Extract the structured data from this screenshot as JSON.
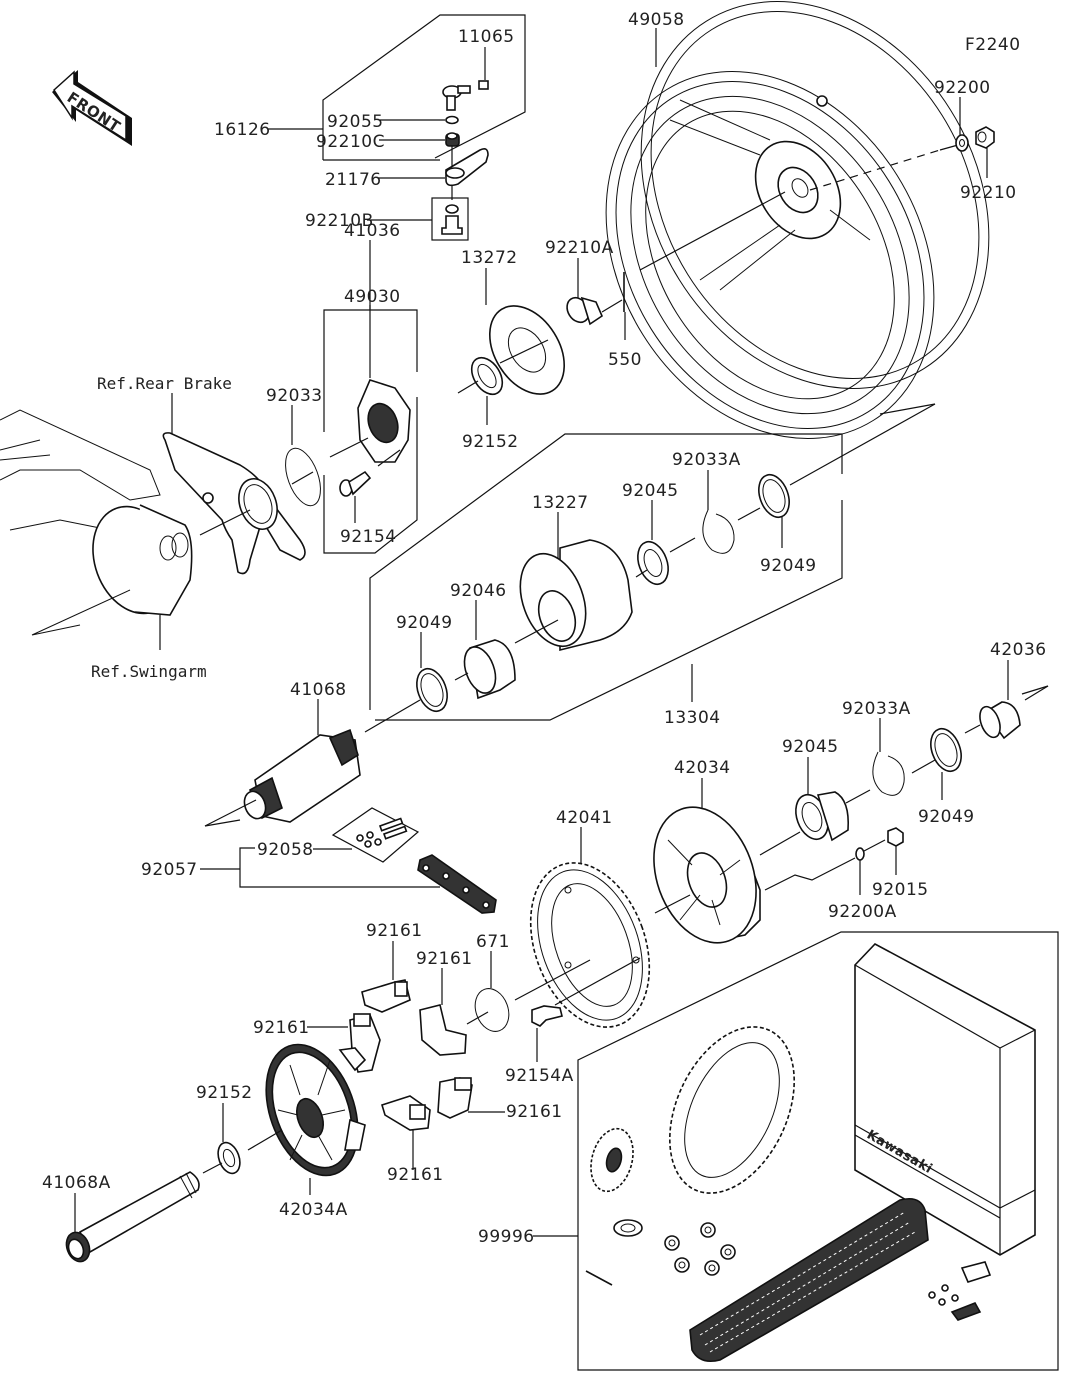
{
  "figure_code": "F2240",
  "front_arrow_text": "FRONT",
  "references": {
    "rear_brake": "Ref.Rear Brake",
    "swingarm": "Ref.Swingarm"
  },
  "parts": {
    "p11065": "11065",
    "p16126": "16126",
    "p92055": "92055",
    "p92210C": "92210C",
    "p21176": "21176",
    "p92210B": "92210B",
    "p49058": "49058",
    "p92200": "92200",
    "p92210": "92210",
    "p41036": "41036",
    "p49030": "49030",
    "p13272": "13272",
    "p92210A": "92210A",
    "p550": "550",
    "p92033": "92033",
    "p92152_top": "92152",
    "p92154": "92154",
    "p13227": "13227",
    "p92045_top": "92045",
    "p92033A_top": "92033A",
    "p92049_top": "92049",
    "p92046": "92046",
    "p92049_left": "92049",
    "p13304": "13304",
    "p41068": "41068",
    "p42036": "42036",
    "p92033A_bot": "92033A",
    "p92045_bot": "92045",
    "p42034": "42034",
    "p92049_bot": "92049",
    "p42041": "42041",
    "p92015": "92015",
    "p92200A": "92200A",
    "p92057": "92057",
    "p92058": "92058",
    "p92161_a": "92161",
    "p92161_b": "92161",
    "p92161_c": "92161",
    "p92161_d": "92161",
    "p92161_e": "92161",
    "p671": "671",
    "p92154A": "92154A",
    "p92152_bot": "92152",
    "p41068A": "41068A",
    "p42034A": "42034A",
    "p99996": "99996"
  },
  "kit_box_brand": "Kawasaki"
}
